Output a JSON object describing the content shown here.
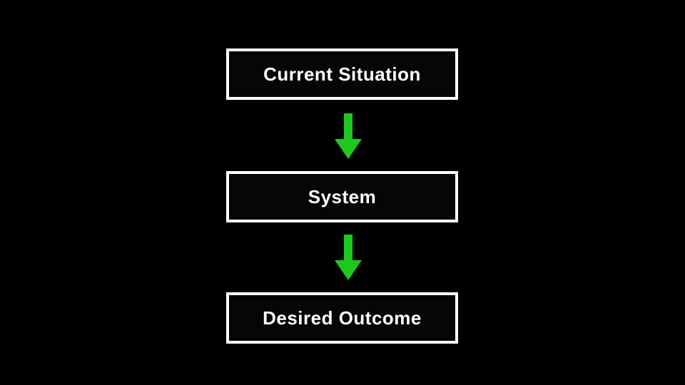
{
  "diagram": {
    "type": "flowchart",
    "direction": "top-to-bottom",
    "nodes": [
      {
        "id": "current-situation",
        "label": "Current Situation"
      },
      {
        "id": "system",
        "label": "System"
      },
      {
        "id": "desired-outcome",
        "label": "Desired Outcome"
      }
    ],
    "connectors": [
      {
        "from": "current-situation",
        "to": "system",
        "icon": "down-arrow-icon"
      },
      {
        "from": "system",
        "to": "desired-outcome",
        "icon": "down-arrow-icon"
      }
    ]
  },
  "theme": {
    "background": "#000000",
    "box-fill": "#060606",
    "box-border": "#ffffff",
    "text": "#ffffff",
    "arrow": "#1ec81e"
  }
}
